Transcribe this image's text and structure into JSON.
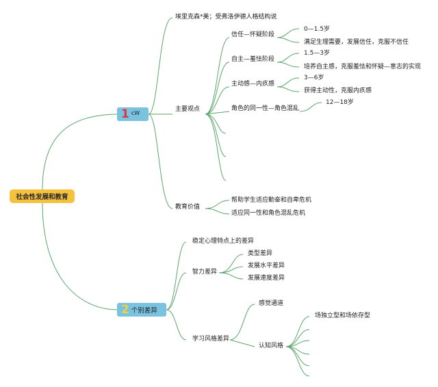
{
  "root": {
    "label": "社会性发展和教育"
  },
  "branch1": {
    "number": "1",
    "label": "cW",
    "intro": "埃里克森*美；受弗洛伊德人格结构说",
    "main_views": {
      "label": "主要观点",
      "stages": [
        {
          "label": "信任—怀疑阶段",
          "age": "0—1.5岁",
          "detail": "满足生理需要，发展信任，克服不信任"
        },
        {
          "label": "自主—羞怯阶段",
          "age": "1.5—3岁",
          "detail": "培养自主感，克服羞怯和怀疑—意志的实现"
        },
        {
          "label": "主动感—内疚感",
          "age": "3—6岁",
          "detail": "获得主动性，克服内疚感"
        },
        {
          "label": "角色的同一性—角色混乱",
          "age": "12—18岁"
        }
      ]
    },
    "edu_value": {
      "label": "教育价值",
      "items": [
        "帮助学生适应勤奋和自卑危机",
        "适应同一性和角色混乱危机"
      ]
    }
  },
  "branch2": {
    "number": "2",
    "label": "个别差异",
    "stable": "稳定心理特点上的差异",
    "intelligence": {
      "label": "智力差异",
      "items": [
        "类型差异",
        "发展水平差异",
        "发展速度差异"
      ]
    },
    "learning_style": {
      "label": "学习风格差异",
      "sense": "感觉通道",
      "cognitive": {
        "label": "认知风格",
        "items": [
          "场独立型和场依存型"
        ]
      }
    }
  },
  "colors": {
    "line": "#5aa56a",
    "root_bg": "#f6c23e",
    "branch_bg": "#7ac3e0",
    "num1": "#e0333f",
    "num2": "#f0d23c"
  }
}
